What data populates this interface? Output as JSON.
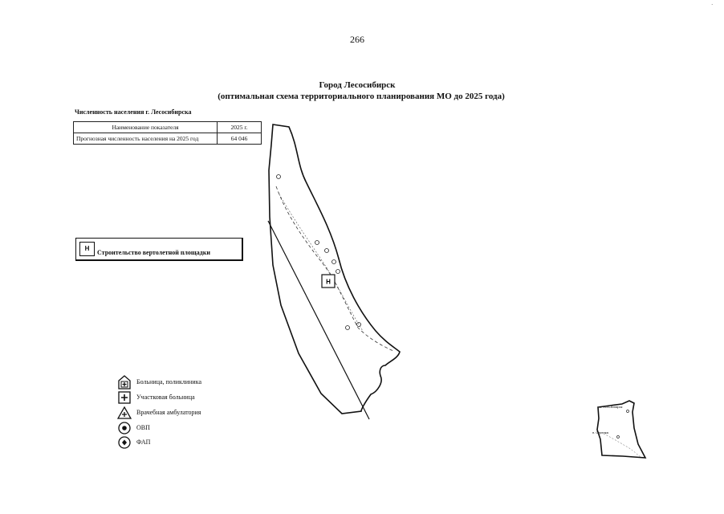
{
  "page": {
    "number": "266"
  },
  "title": {
    "line1": "Город Лесосибирск",
    "line2": "(оптимальная схема территориального планирования МО до 2025 года)"
  },
  "population": {
    "caption": "Численность населения г. Лесосибирска",
    "header": [
      "Наименование показателя",
      "2025 г."
    ],
    "rows": [
      [
        "Прогнозная численность населения на 2025 год",
        "64 046"
      ]
    ]
  },
  "helipad": {
    "icon_letter": "Н",
    "label": "Строительство вертолетной площадки"
  },
  "legend": [
    {
      "icon": "hospital-polyclinic-icon",
      "label": "Больница, поликлиника"
    },
    {
      "icon": "district-hospital-icon",
      "label": "Участковая больница"
    },
    {
      "icon": "medical-ambulatory-icon",
      "label": "Врачебная амбулатория"
    },
    {
      "icon": "ovp-icon",
      "label": "ОВП"
    },
    {
      "icon": "fap-icon",
      "label": "ФАП"
    }
  ],
  "map": {
    "helipad_marker_letter": "Н"
  },
  "inset": {
    "label_1": "п. Усть-Ангарск",
    "label_2": "п. Стрелка"
  },
  "corner_mark": "·"
}
